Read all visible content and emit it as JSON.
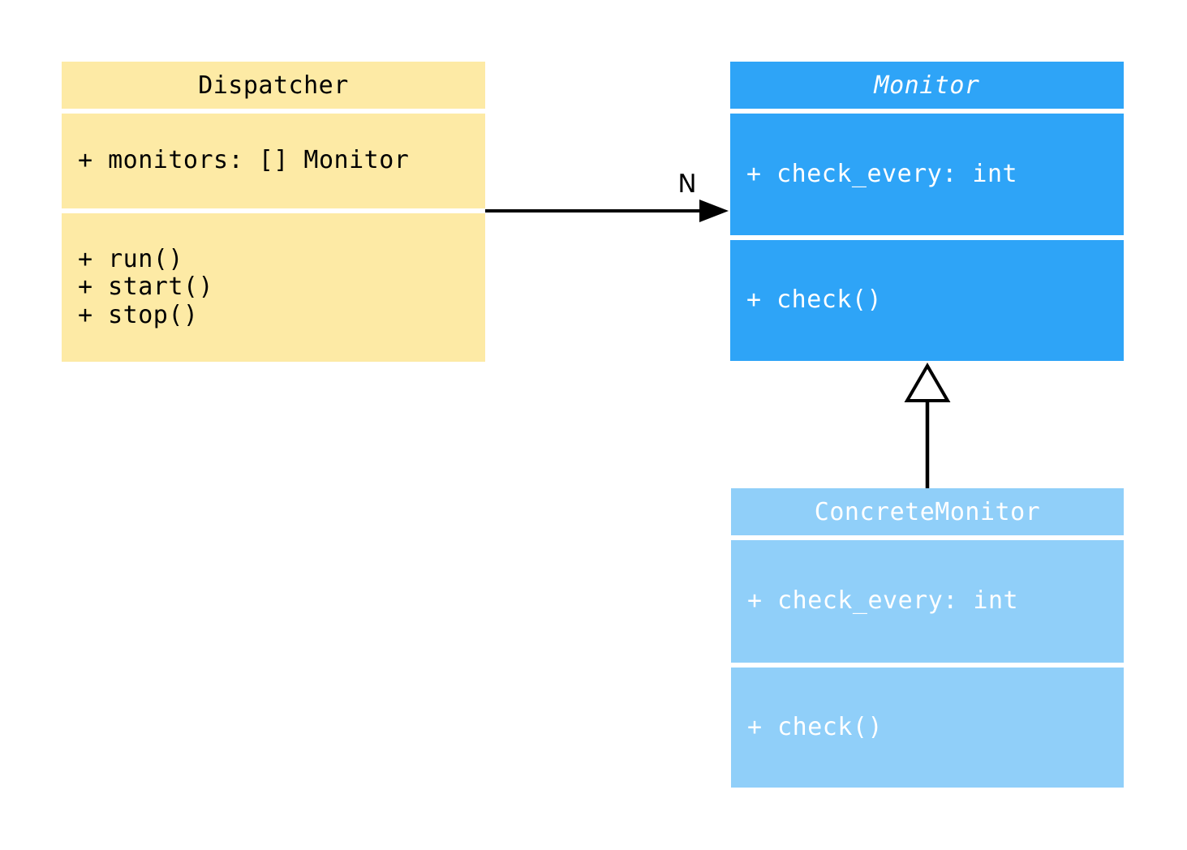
{
  "diagram": {
    "type": "uml-class-diagram",
    "background_color": "#ffffff",
    "classes": [
      {
        "name": "Dispatcher",
        "abstract": false,
        "fill_color": "#fdeaa5",
        "text_color": "#000000",
        "attributes": [
          "+ monitors: [] Monitor"
        ],
        "methods": [
          "+ run()",
          "+ start()",
          "+ stop()"
        ]
      },
      {
        "name": "Monitor",
        "abstract": true,
        "fill_color": "#2ea4f7",
        "text_color": "#ffffff",
        "attributes": [
          "+ check_every: int"
        ],
        "methods": [
          "+ check()"
        ]
      },
      {
        "name": "ConcreteMonitor",
        "abstract": false,
        "fill_color": "#90cff9",
        "text_color": "#ffffff",
        "attributes": [
          "+ check_every: int"
        ],
        "methods": [
          "+ check()"
        ]
      }
    ],
    "relationships": [
      {
        "type": "association",
        "from": "Dispatcher",
        "to": "Monitor",
        "label": "N",
        "line_color": "#000000"
      },
      {
        "type": "inheritance",
        "from": "ConcreteMonitor",
        "to": "Monitor",
        "label": "",
        "line_color": "#000000"
      }
    ]
  }
}
